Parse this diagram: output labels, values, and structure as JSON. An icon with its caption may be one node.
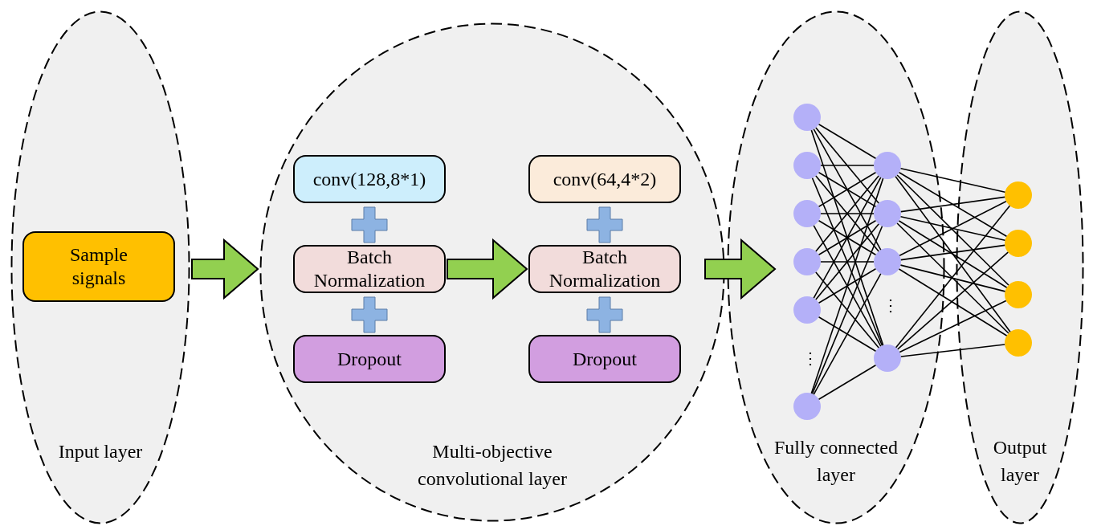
{
  "diagram": {
    "nodes": [
      {
        "text": [
          "Input layer"
        ]
      },
      {
        "text": [
          "Sample signals"
        ],
        "in": 0
      },
      {
        "text": [
          "Multi-objective convolutional layer"
        ]
      },
      {
        "text": [
          "conv(128,8*1)"
        ],
        "in": 2
      },
      {
        "text": [
          "Batch Normalization"
        ],
        "in": 2
      },
      {
        "text": [
          "Dropout"
        ],
        "in": 2
      },
      {
        "text": [
          "conv(64,4*2)"
        ],
        "in": 2
      },
      {
        "text": [
          "Batch Normalization"
        ],
        "in": 2
      },
      {
        "text": [
          "Dropout"
        ],
        "in": 2
      },
      {
        "text": [
          "Fully connected layer"
        ]
      },
      {
        "text": [
          "Output layer"
        ]
      },
      {
        "text": [],
        "shape": "circle",
        "in": 9
      },
      {
        "text": [],
        "shape": "circle",
        "in": 9
      },
      {
        "text": [],
        "shape": "circle",
        "in": 9
      },
      {
        "text": [],
        "shape": "circle",
        "in": 9
      },
      {
        "text": [],
        "shape": "circle",
        "in": 9
      },
      {
        "text": [],
        "shape": "circle",
        "in": 9
      },
      {
        "text": [],
        "shape": "circle",
        "in": 9
      },
      {
        "text": [],
        "shape": "circle",
        "in": 9
      },
      {
        "text": [],
        "shape": "circle",
        "in": 9
      },
      {
        "text": [],
        "shape": "circle",
        "in": 9
      },
      {
        "text": [],
        "shape": "circle",
        "in": 10
      },
      {
        "text": [],
        "shape": "circle",
        "in": 10
      },
      {
        "text": [],
        "shape": "circle",
        "in": 10
      },
      {
        "text": [],
        "shape": "circle",
        "in": 10
      }
    ],
    "edges": [
      {
        "from": 0,
        "to": 2,
        "arrow": "to"
      },
      {
        "from": 4,
        "to": 7,
        "arrow": "to"
      },
      {
        "from": 2,
        "to": 9,
        "arrow": "to"
      },
      {
        "from": 11,
        "to": 17,
        "arrow": "none"
      },
      {
        "from": 11,
        "to": 18,
        "arrow": "none"
      },
      {
        "from": 11,
        "to": 19,
        "arrow": "none"
      },
      {
        "from": 11,
        "to": 20,
        "arrow": "none"
      },
      {
        "from": 12,
        "to": 17,
        "arrow": "none"
      },
      {
        "from": 12,
        "to": 18,
        "arrow": "none"
      },
      {
        "from": 12,
        "to": 19,
        "arrow": "none"
      },
      {
        "from": 12,
        "to": 20,
        "arrow": "none"
      },
      {
        "from": 13,
        "to": 17,
        "arrow": "none"
      },
      {
        "from": 13,
        "to": 18,
        "arrow": "none"
      },
      {
        "from": 13,
        "to": 19,
        "arrow": "none"
      },
      {
        "from": 13,
        "to": 20,
        "arrow": "none"
      },
      {
        "from": 14,
        "to": 17,
        "arrow": "none"
      },
      {
        "from": 14,
        "to": 18,
        "arrow": "none"
      },
      {
        "from": 14,
        "to": 19,
        "arrow": "none"
      },
      {
        "from": 14,
        "to": 20,
        "arrow": "none"
      },
      {
        "from": 15,
        "to": 17,
        "arrow": "none"
      },
      {
        "from": 15,
        "to": 18,
        "arrow": "none"
      },
      {
        "from": 15,
        "to": 19,
        "arrow": "none"
      },
      {
        "from": 15,
        "to": 20,
        "arrow": "none"
      },
      {
        "from": 16,
        "to": 17,
        "arrow": "none"
      },
      {
        "from": 16,
        "to": 18,
        "arrow": "none"
      },
      {
        "from": 16,
        "to": 19,
        "arrow": "none"
      },
      {
        "from": 16,
        "to": 20,
        "arrow": "none"
      },
      {
        "from": 17,
        "to": 21,
        "arrow": "none"
      },
      {
        "from": 17,
        "to": 22,
        "arrow": "none"
      },
      {
        "from": 17,
        "to": 23,
        "arrow": "none"
      },
      {
        "from": 17,
        "to": 24,
        "arrow": "none"
      },
      {
        "from": 18,
        "to": 21,
        "arrow": "none"
      },
      {
        "from": 18,
        "to": 22,
        "arrow": "none"
      },
      {
        "from": 18,
        "to": 23,
        "arrow": "none"
      },
      {
        "from": 18,
        "to": 24,
        "arrow": "none"
      },
      {
        "from": 19,
        "to": 21,
        "arrow": "none"
      },
      {
        "from": 19,
        "to": 22,
        "arrow": "none"
      },
      {
        "from": 19,
        "to": 23,
        "arrow": "none"
      },
      {
        "from": 19,
        "to": 24,
        "arrow": "none"
      },
      {
        "from": 20,
        "to": 21,
        "arrow": "none"
      },
      {
        "from": 20,
        "to": 22,
        "arrow": "none"
      },
      {
        "from": 20,
        "to": 23,
        "arrow": "none"
      },
      {
        "from": 20,
        "to": 24,
        "arrow": "none"
      }
    ],
    "labels": [
      "⋮",
      "⋮"
    ]
  }
}
